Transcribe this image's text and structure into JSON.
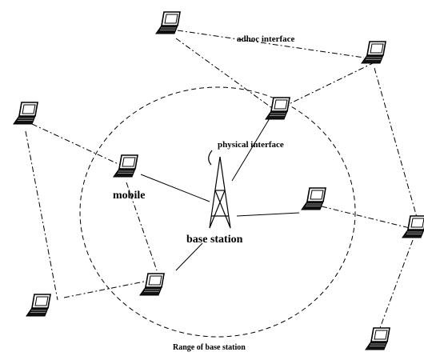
{
  "labels": {
    "adhoc_interface": "adhoc interface",
    "physical_interface": "physical interface",
    "mobile": "mobile",
    "base_station": "base station",
    "range": "Range of base station"
  }
}
